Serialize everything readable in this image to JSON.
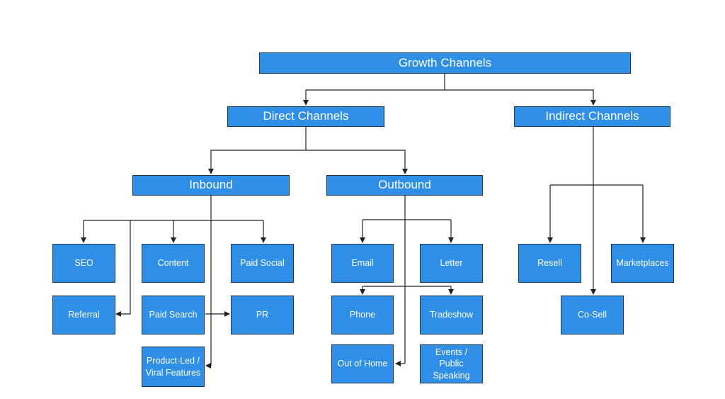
{
  "diagram": {
    "title": "Growth Channels",
    "direct": "Direct Channels",
    "indirect": "Indirect Channels",
    "inbound": "Inbound",
    "outbound": "Outbound",
    "inbound_items": {
      "seo": "SEO",
      "content": "Content",
      "paid_social": "Paid Social",
      "referral": "Referral",
      "paid_search": "Paid Search",
      "pr": "PR",
      "product_led": "Product-Led / Viral Features"
    },
    "outbound_items": {
      "email": "Email",
      "letter": "Letter",
      "phone": "Phone",
      "tradeshow": "Tradeshow",
      "out_of_home": "Out of Home",
      "events": "Events / Public Speaking"
    },
    "indirect_items": {
      "resell": "Resell",
      "marketplaces": "Marketplaces",
      "co_sell": "Co-Sell"
    }
  }
}
